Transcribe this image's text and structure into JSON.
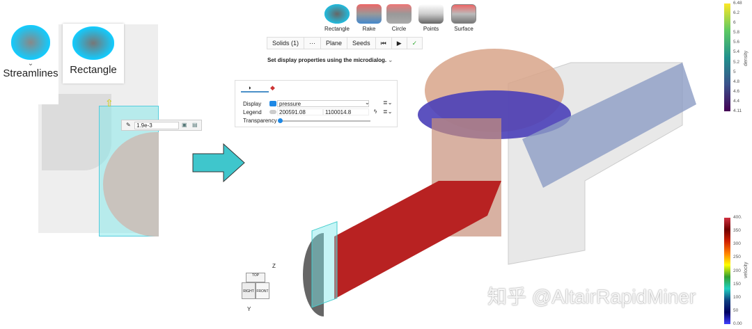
{
  "left_panel": {
    "streamlines_label": "Streamlines",
    "rectangle_label": "Rectangle",
    "seed_value": "1.9e-3"
  },
  "toolbar": {
    "tools": [
      {
        "label": "Rectangle"
      },
      {
        "label": "Rake"
      },
      {
        "label": "Circle"
      },
      {
        "label": "Points"
      },
      {
        "label": "Surface"
      }
    ],
    "buttons": {
      "solids": "Solids (1)",
      "more": "···",
      "plane": "Plane",
      "seeds": "Seeds",
      "reset": "⏮",
      "play": "▶",
      "confirm": "✓"
    },
    "hint": "Set display properties using the microdialog.",
    "hint_icon": "double-chevron-down-icon"
  },
  "microdialog": {
    "display_label": "Display",
    "display_value": "pressure",
    "legend_label": "Legend",
    "legend_min": "200591.08",
    "legend_max": "1100014.8",
    "transparency_label": "Transparency",
    "transparency_value": 0
  },
  "density_legend": {
    "title": "density",
    "ticks": [
      "6.48",
      "6.2",
      "6",
      "5.8",
      "5.6",
      "5.4",
      "5.2",
      "5",
      "4.8",
      "4.6",
      "4.4",
      "4.11"
    ]
  },
  "velocity_legend": {
    "title": "velocity",
    "ticks": [
      "400.",
      "350",
      "300",
      "250",
      "200",
      "150",
      "100",
      "50",
      "0.00"
    ]
  },
  "view_cube": {
    "z": "Z",
    "y": "Y",
    "top": "TOP",
    "front": "FRONT",
    "right": "RIGHT"
  },
  "watermark": "知乎 @AltairRapidMiner",
  "colors": {
    "accent": "#1e88e5",
    "arrow": "#3fc6cc",
    "seed_plane": "#7fe8ea"
  }
}
